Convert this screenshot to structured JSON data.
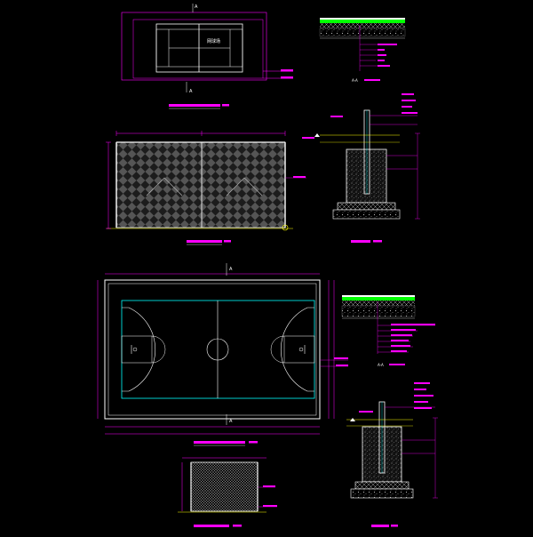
{
  "drawing": {
    "background": "#000000",
    "colors": {
      "dimension": "#ff00ff",
      "court_line": "#00ffff",
      "outline": "#ffffff",
      "hatch": "#9a9a9a",
      "leader_text": "#ff00ff",
      "accent": "#00ff00",
      "ground": "#ffff00"
    }
  },
  "labels": {
    "section_marker_top_a": "A",
    "section_marker_top_b": "A",
    "section_marker_bottom_a": "A",
    "section_marker_bottom_b": "A",
    "tennis_court_center_label": "网球场",
    "section_a_a_upper": "A-A",
    "section_a_a_lower": "A-A"
  },
  "icons": {
    "section_cut_marker": "section-cut-icon",
    "elevation_marker": "elevation-triangle-icon"
  }
}
